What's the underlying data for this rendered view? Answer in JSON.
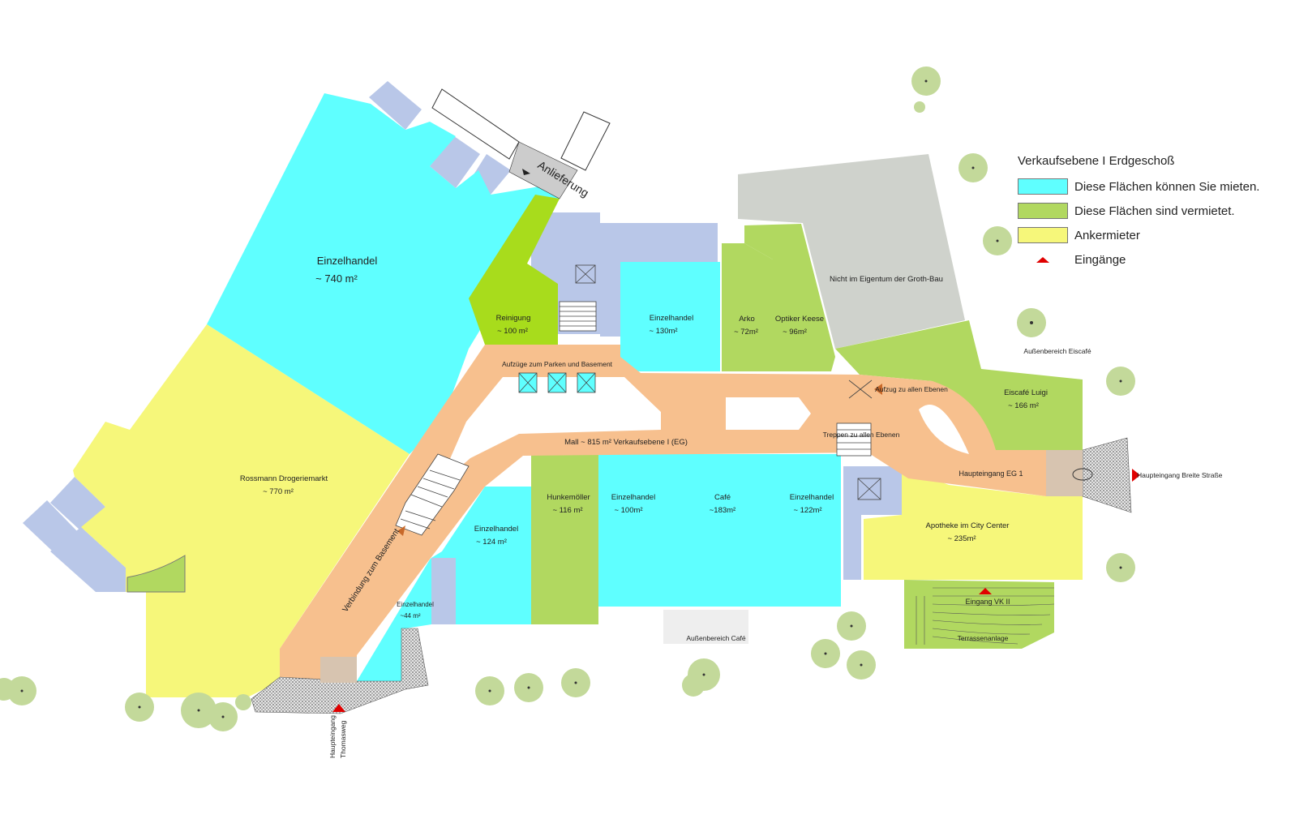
{
  "colors": {
    "available": "#5fffff",
    "rented": "#b1d860",
    "anchor": "#f6f77a",
    "mall": "#f7c08e",
    "service": "#b9c7e8",
    "reinigung": "#a8dc1c",
    "not_owned": "#cfd2cc",
    "tree": "#c3d99a",
    "entrance": "#e00000"
  },
  "legend": {
    "title": "Verkaufsebene I Erdgeschoß",
    "items": [
      {
        "label": "Diese Flächen können Sie mieten.",
        "color": "#5fffff"
      },
      {
        "label": "Diese Flächen sind vermietet.",
        "color": "#b1d860"
      },
      {
        "label": "Ankermieter",
        "color": "#f6f77a"
      },
      {
        "label": "Eingänge",
        "icon": "entrance-triangle-icon"
      }
    ]
  },
  "units": {
    "einzelhandel_740": {
      "name": "Einzelhandel",
      "area": "~ 740 m²"
    },
    "rossmann": {
      "name": "Rossmann Drogeriemarkt",
      "area": "~ 770 m²"
    },
    "reinigung": {
      "name": "Reinigung",
      "area": "~ 100 m²"
    },
    "einzelhandel_130": {
      "name": "Einzelhandel",
      "area": "~ 130m²"
    },
    "arko": {
      "name": "Arko",
      "area": "~ 72m²"
    },
    "optiker": {
      "name": "Optiker Keese",
      "area": "~ 96m²"
    },
    "eiscafe": {
      "name": "Eiscafé Luigi",
      "area": "~ 166 m²"
    },
    "apotheke": {
      "name": "Apotheke im City Center",
      "area": "~ 235m²"
    },
    "einzelhandel_122": {
      "name": "Einzelhandel",
      "area": "~ 122m²"
    },
    "cafe": {
      "name": "Café",
      "area": "~183m²"
    },
    "einzelhandel_100": {
      "name": "Einzelhandel",
      "area": "~ 100m²"
    },
    "hunkemoeller": {
      "name": "Hunkemöller",
      "area": "~ 116 m²"
    },
    "einzelhandel_124": {
      "name": "Einzelhandel",
      "area": "~ 124 m²"
    },
    "einzelhandel_44": {
      "name": "Einzelhandel",
      "area": "~44 m²"
    }
  },
  "labels": {
    "not_owned": "Nicht im Eigentum der Groth-Bau",
    "mall": "Mall ~ 815 m² Verkaufsebene I (EG)",
    "lifts_parking": "Aufzüge zum Parken und Basement",
    "lift_all_levels": "Aufzug zu allen Ebenen",
    "stairs_all_levels": "Treppen zu allen Ebenen",
    "basement_link": "Verbindung zum Basement",
    "anlieferung": "Anlieferung",
    "aussen_eiscafe": "Außenbereich Eiscafé",
    "aussen_cafe": "Außenbereich Café",
    "terrassenanlage": "Terrassenanlage",
    "eingang_vk2": "Eingang VK II",
    "haupteingang_eg1": "Haupteingang EG 1",
    "haupteingang_breite": "Haupteingang Breite Straße",
    "haupteingang_thomasweg_1": "Haupteingang",
    "haupteingang_thomasweg_2": "Thomasweg"
  }
}
